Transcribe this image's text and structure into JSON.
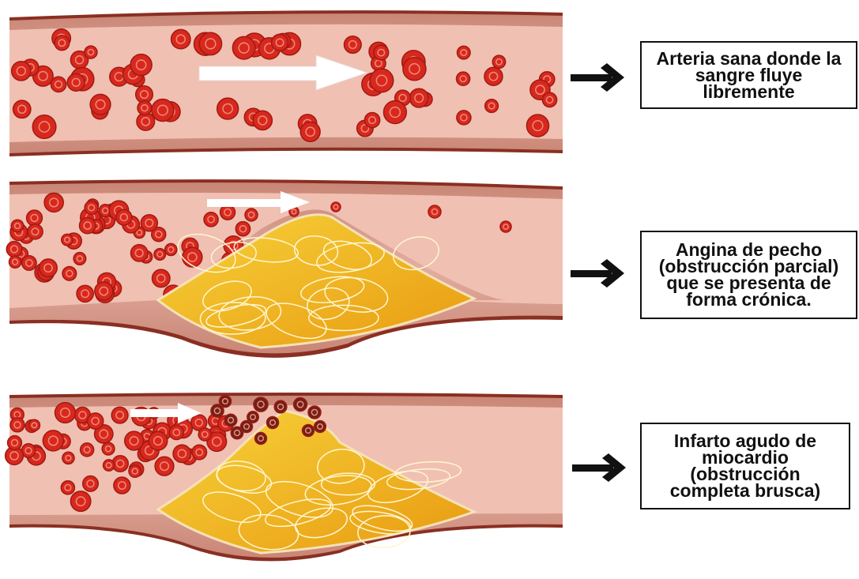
{
  "panels": [
    {
      "label": "Arteria sana donde la\nsangre fluye\nlibremente"
    },
    {
      "label": "Angina de pecho\n(obstrucción parcial)\nque se presenta de\nforma crónica."
    },
    {
      "label": "Infarto agudo de\nmiocardio\n(obstrucción\ncompleta brusca)"
    }
  ],
  "colors": {
    "vessel_wall": "#d59a8c",
    "vessel_lumen": "#f3c3b6",
    "vessel_edge": "#8a2f22",
    "blood_cell": "#d8281e",
    "blood_cell_center": "#b81812",
    "plaque": "#f1b81a",
    "clot": "#6e2219",
    "arrow": "#111111"
  }
}
